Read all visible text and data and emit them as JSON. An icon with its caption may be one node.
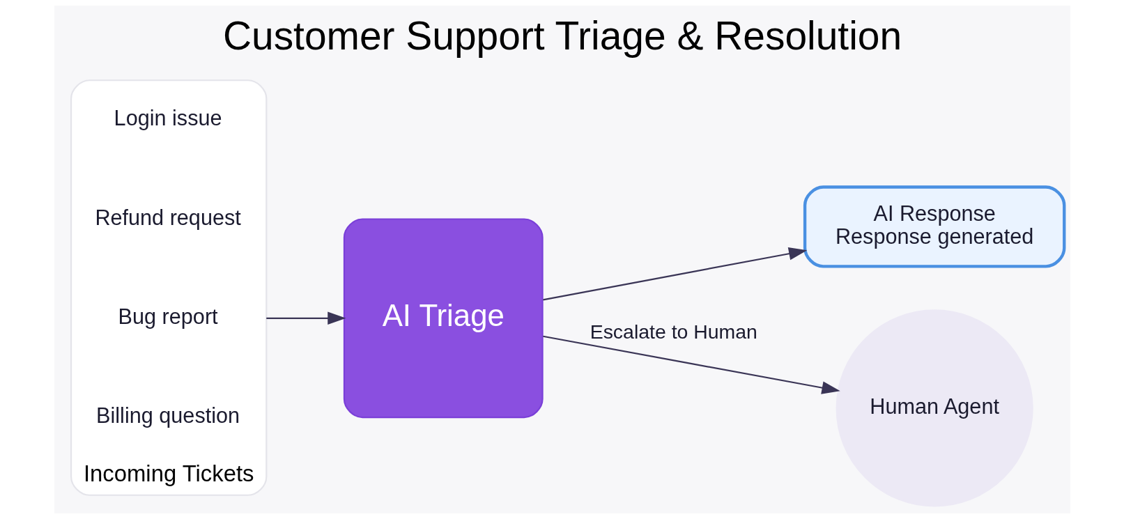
{
  "diagram": {
    "title": "Customer Support Triage & Resolution",
    "nodes": [
      {
        "text": [
          "Incoming Tickets"
        ]
      },
      {
        "text": [
          "Login issue"
        ],
        "in": 0
      },
      {
        "text": [
          "Refund request"
        ],
        "in": 0
      },
      {
        "text": [
          "Bug report"
        ],
        "in": 0
      },
      {
        "text": [
          "Billing question"
        ],
        "in": 0
      },
      {
        "text": [
          "AI Triage"
        ]
      },
      {
        "text": [
          "AI Response",
          "Response generated"
        ]
      },
      {
        "text": [
          "Human Agent"
        ]
      }
    ],
    "edges": [
      {
        "from": 0,
        "to": 5,
        "arrow": "to"
      },
      {
        "from": 5,
        "to": 6,
        "arrow": "to"
      },
      {
        "from": 5,
        "to": 7,
        "arrow": "to",
        "label": "Escalate to Human"
      }
    ]
  }
}
